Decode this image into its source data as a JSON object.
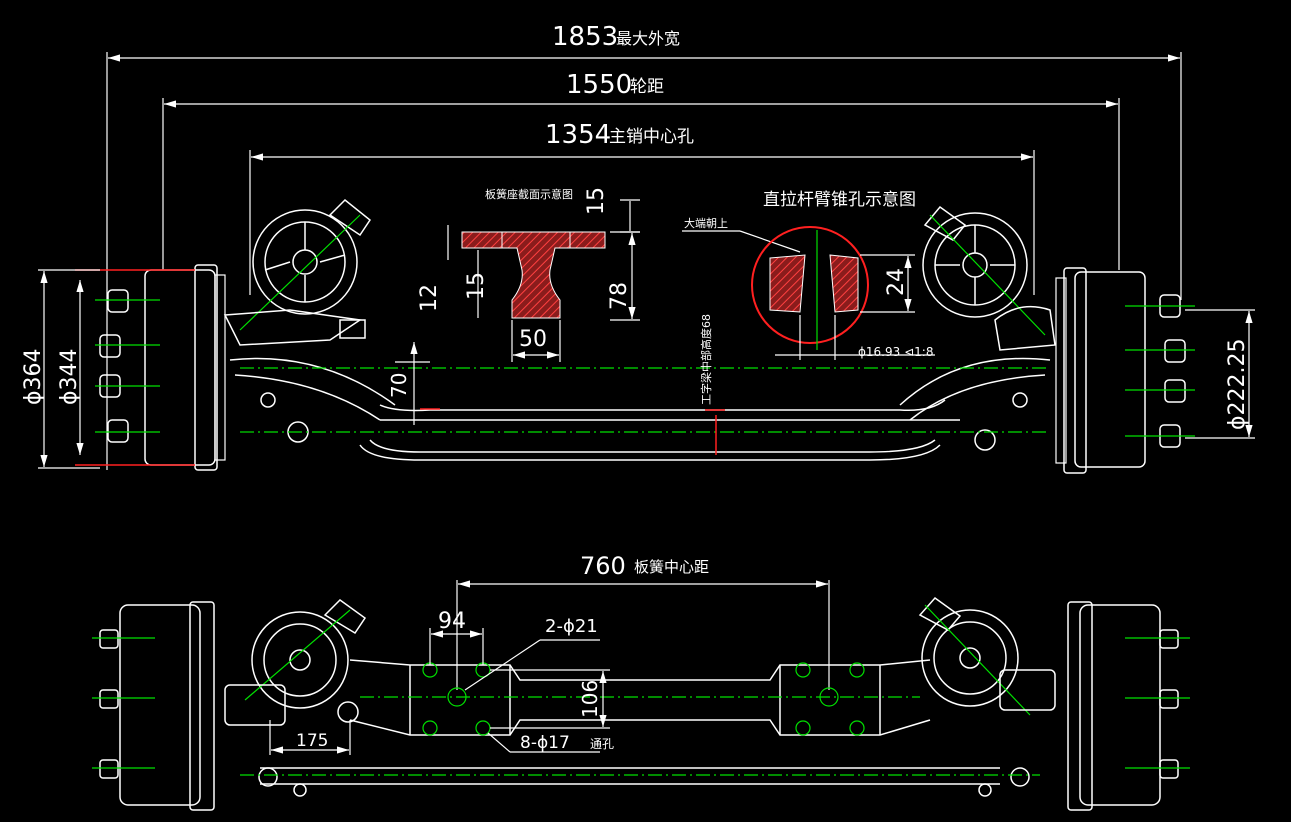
{
  "dimensions": {
    "overall_width": {
      "value": "1853",
      "label": "最大外宽"
    },
    "wheel_track": {
      "value": "1550",
      "label": "轮距"
    },
    "kingpin_center": {
      "value": "1354",
      "label": "主销中心孔"
    },
    "spring_center": {
      "value": "760",
      "label": "板簧中心距"
    },
    "drum_outer": "ϕ364",
    "drum_inner": "ϕ344",
    "hub_circle": "ϕ222.25",
    "beam_drop": "70",
    "seat_15_top": "15",
    "seat_15_side": "15",
    "seat_12": "12",
    "seat_78": "78",
    "seat_50": "50",
    "taper_24": "24",
    "taper_hole": "ϕ16.93 ⊲1:8",
    "pad_94": "94",
    "pad_106": "106",
    "offset_175": "175",
    "holes_2": "2-ϕ21",
    "holes_8": "8-ϕ17",
    "holes_8_suffix": "通孔",
    "beam_vertical_note": "工字梁中部高度68"
  },
  "labels": {
    "spring_seat_section": "板簧座截面示意图",
    "tie_rod_taper": "直拉杆臂锥孔示意图",
    "big_end_up": "大端朝上"
  },
  "colors": {
    "background": "#000000",
    "lines": "#ffffff",
    "centerlines": "#00e000",
    "highlight": "#ff2020",
    "hatch": "#c03030"
  }
}
